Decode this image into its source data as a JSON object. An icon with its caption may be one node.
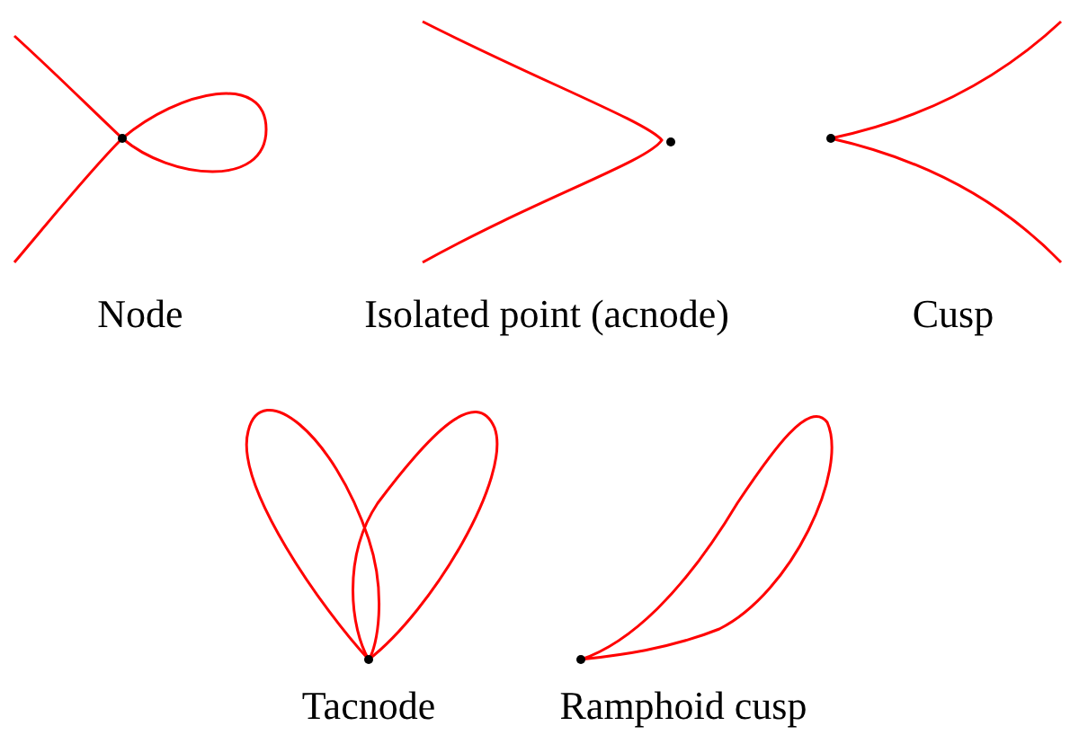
{
  "diagram": {
    "labels": [
      "Node",
      "Isolated point (acnode)",
      "Cusp",
      "Tacnode",
      "Ramphoid cusp"
    ]
  }
}
